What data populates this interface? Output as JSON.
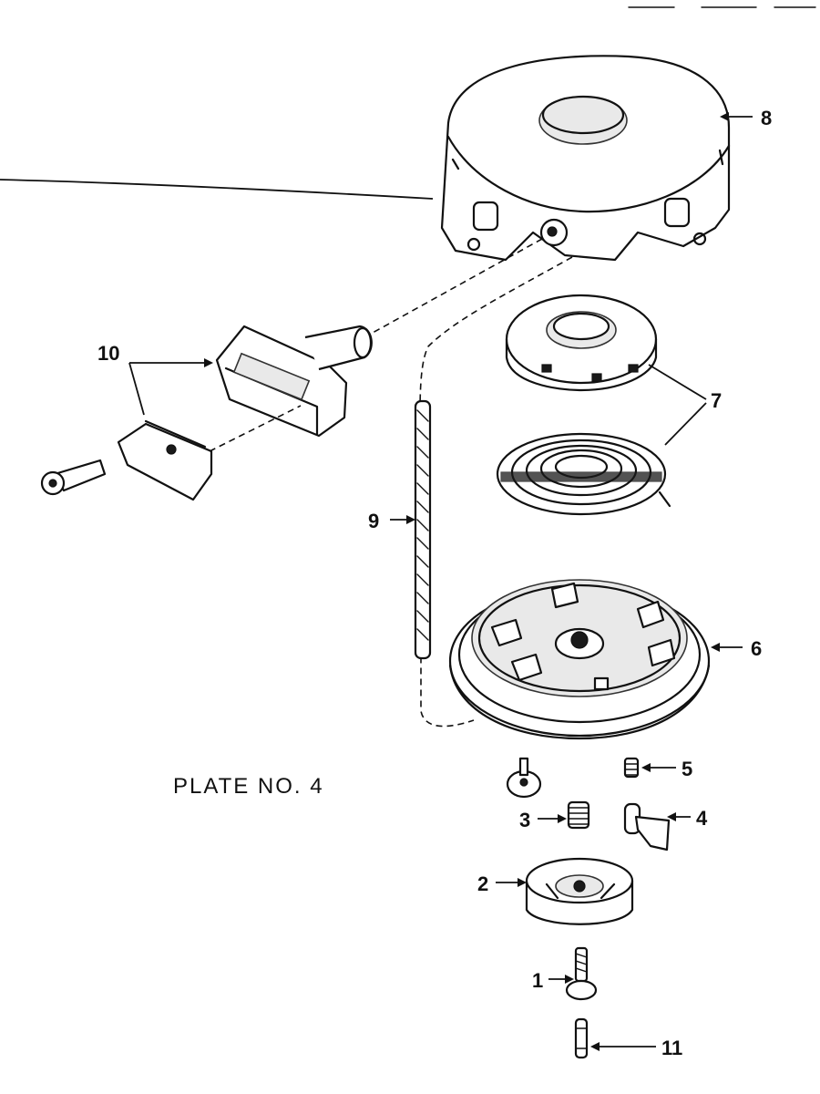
{
  "plate_title": "PLATE NO. 4",
  "callouts": {
    "c1": "1",
    "c2": "2",
    "c3": "3",
    "c4": "4",
    "c5": "5",
    "c6": "6",
    "c7": "7",
    "c8": "8",
    "c9": "9",
    "c10": "10",
    "c11": "11"
  },
  "parts": [
    {
      "id": "1",
      "icon": "shoulder-screw-icon"
    },
    {
      "id": "2",
      "icon": "retainer-cup-icon"
    },
    {
      "id": "3",
      "icon": "compression-spring-icon"
    },
    {
      "id": "4",
      "icon": "pawl-icon"
    },
    {
      "id": "5",
      "icon": "small-spring-icon"
    },
    {
      "id": "6",
      "icon": "pulley-icon"
    },
    {
      "id": "7",
      "icon": "recoil-spring-and-cover-icon"
    },
    {
      "id": "8",
      "icon": "starter-housing-icon"
    },
    {
      "id": "9",
      "icon": "starter-rope-icon"
    },
    {
      "id": "10",
      "icon": "handle-and-insert-icon"
    },
    {
      "id": "11",
      "icon": "pin-icon"
    }
  ]
}
